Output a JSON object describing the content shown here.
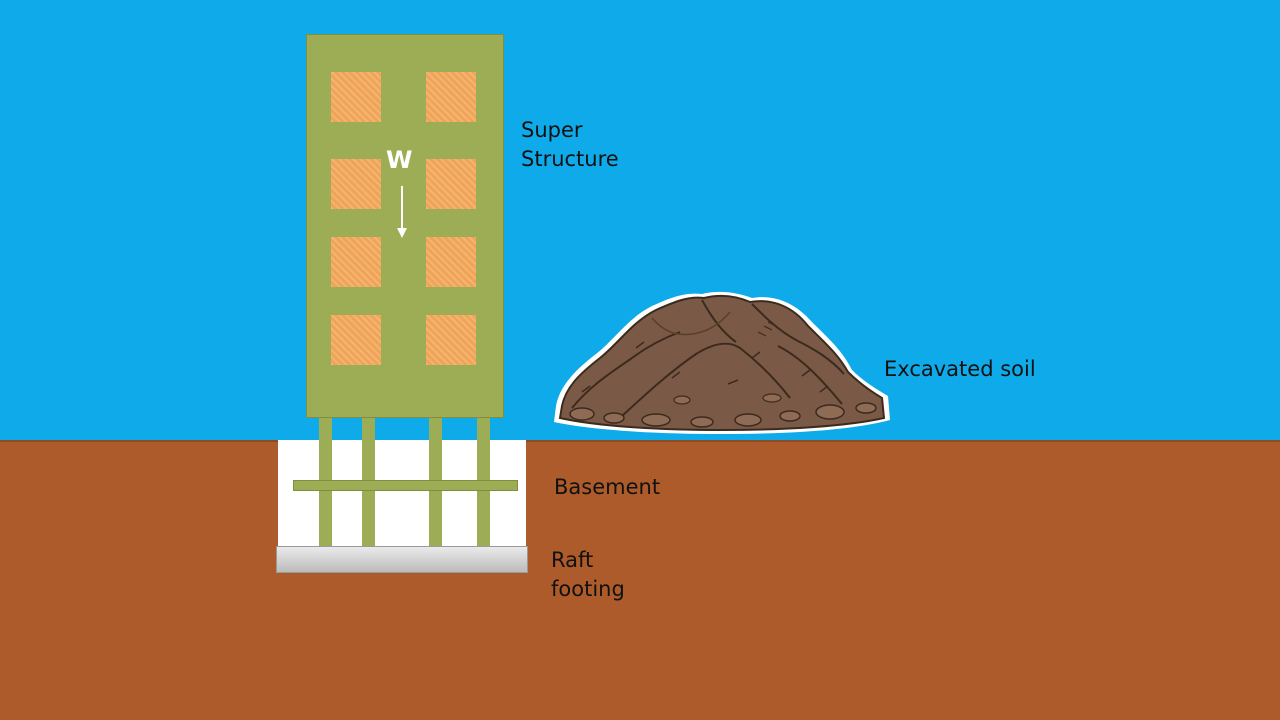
{
  "labels": {
    "super_structure_line1": "Super",
    "super_structure_line2": "Structure",
    "excavated_soil": "Excavated soil",
    "basement": "Basement",
    "raft_footing_line1": "Raft",
    "raft_footing_line2": "footing",
    "load_symbol": "W"
  },
  "colors": {
    "sky": "#0eaaea",
    "ground": "#ad5b2a",
    "building": "#9cad55",
    "window": "#f0a456",
    "basement": "#ffffff",
    "raft": "#cfcfcf",
    "soil": "#7a5a46"
  }
}
